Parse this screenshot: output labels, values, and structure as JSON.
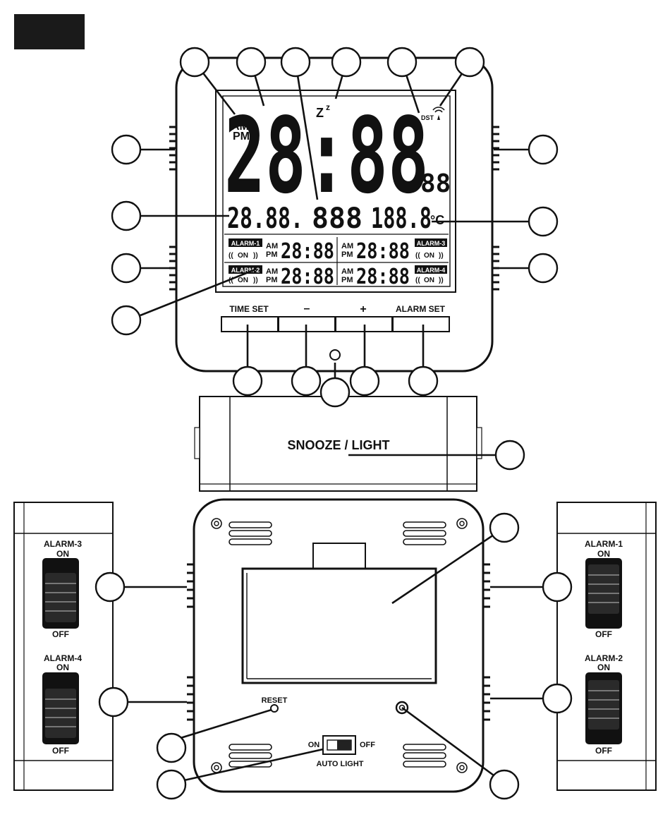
{
  "lcd": {
    "am": "AM",
    "pm": "PM",
    "time_main": "28:88",
    "seconds": "88",
    "snooze_z": "Z",
    "snooze_z_small": "z",
    "dst": "DST",
    "date": "28.88.",
    "weekday": "888",
    "temperature": "188.8",
    "temp_unit_c": "°C",
    "alarms": [
      {
        "badge": "ALARM-1",
        "on": "ON",
        "am": "AM",
        "pm": "PM",
        "time": "28:88"
      },
      {
        "badge": "ALARM-3",
        "on": "ON",
        "am": "AM",
        "pm": "PM",
        "time": "28:88"
      },
      {
        "badge": "ALARM-2",
        "on": "ON",
        "am": "AM",
        "pm": "PM",
        "time": "28:88"
      },
      {
        "badge": "ALARM-4",
        "on": "ON",
        "am": "AM",
        "pm": "PM",
        "time": "28:88"
      }
    ]
  },
  "buttons": {
    "time_set": "TIME SET",
    "minus": "–",
    "plus": "+",
    "alarm_set": "ALARM SET"
  },
  "snooze_bar": {
    "label": "SNOOZE / LIGHT"
  },
  "side_left": {
    "switches": [
      {
        "label": "ALARM-3",
        "on": "ON",
        "off": "OFF"
      },
      {
        "label": "ALARM-4",
        "on": "ON",
        "off": "OFF"
      }
    ]
  },
  "side_right": {
    "switches": [
      {
        "label": "ALARM-1",
        "on": "ON",
        "off": "OFF"
      },
      {
        "label": "ALARM-2",
        "on": "ON",
        "off": "OFF"
      }
    ]
  },
  "back": {
    "reset": "RESET",
    "auto_light_on": "ON",
    "auto_light_off": "OFF",
    "auto_light": "AUTO LIGHT"
  },
  "colors": {
    "ink": "#111111",
    "panel": "#ffffff",
    "badge_fill": "#111111",
    "badge_text": "#ffffff",
    "lcd_line": "#333333"
  },
  "icons": {
    "signal": "radio-signal-icon",
    "screw": "screw-icon",
    "vent": "vent-slots-icon"
  }
}
